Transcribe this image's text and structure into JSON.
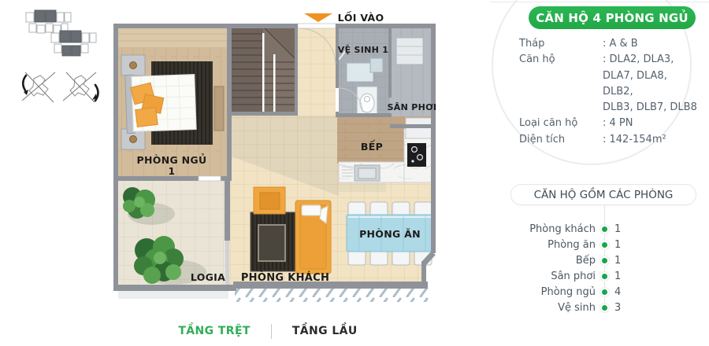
{
  "plan": {
    "entrance_label": "LỐI VÀO",
    "rooms": {
      "bedroom": {
        "label": "PHÒNG NGỦ",
        "number": "1"
      },
      "bathroom": "VỆ SINH 1",
      "drying_yard": "SÂN PHƠI",
      "kitchen": "BẾP",
      "dining": "PHÒNG ĂN",
      "living": "PHÒNG KHÁCH",
      "loggia": "LOGIA"
    }
  },
  "info_panel": {
    "title": "CĂN HỘ 4 PHÒNG NGỦ",
    "specs": [
      {
        "label": "Tháp",
        "value": ": A & B"
      },
      {
        "label": "Căn hộ",
        "value": ": DLA2, DLA3,\nDLA7, DLA8, DLB2,\nDLB3, DLB7, DLB8"
      },
      {
        "label": "Loại căn hộ",
        "value": ": 4 PN"
      },
      {
        "label": "Diện tích",
        "value": ": 142-154m²"
      }
    ]
  },
  "rooms_panel": {
    "title": "CĂN HỘ GỒM CÁC PHÒNG",
    "items": [
      {
        "label": "Phòng khách",
        "count": "1"
      },
      {
        "label": "Phòng ăn",
        "count": "1"
      },
      {
        "label": "Bếp",
        "count": "1"
      },
      {
        "label": "Sân phơi",
        "count": "1"
      },
      {
        "label": "Phòng ngủ",
        "count": "4"
      },
      {
        "label": "Vệ sinh",
        "count": "3"
      }
    ]
  },
  "tabs": [
    {
      "label": "TẦNG TRỆT",
      "active": true
    },
    {
      "label": "TẦNG LẦU",
      "active": false
    }
  ],
  "colors": {
    "accent_green": "#26b24e",
    "dot_green": "#17a650",
    "tab_active_green": "#2fae57",
    "arrow_orange": "#ef9221",
    "sofa_orange": "#f0a63f",
    "floor_beige": "#f1e3c3",
    "wall_gray": "#8f9399",
    "dining_glass_blue": "#a7d9ea"
  }
}
